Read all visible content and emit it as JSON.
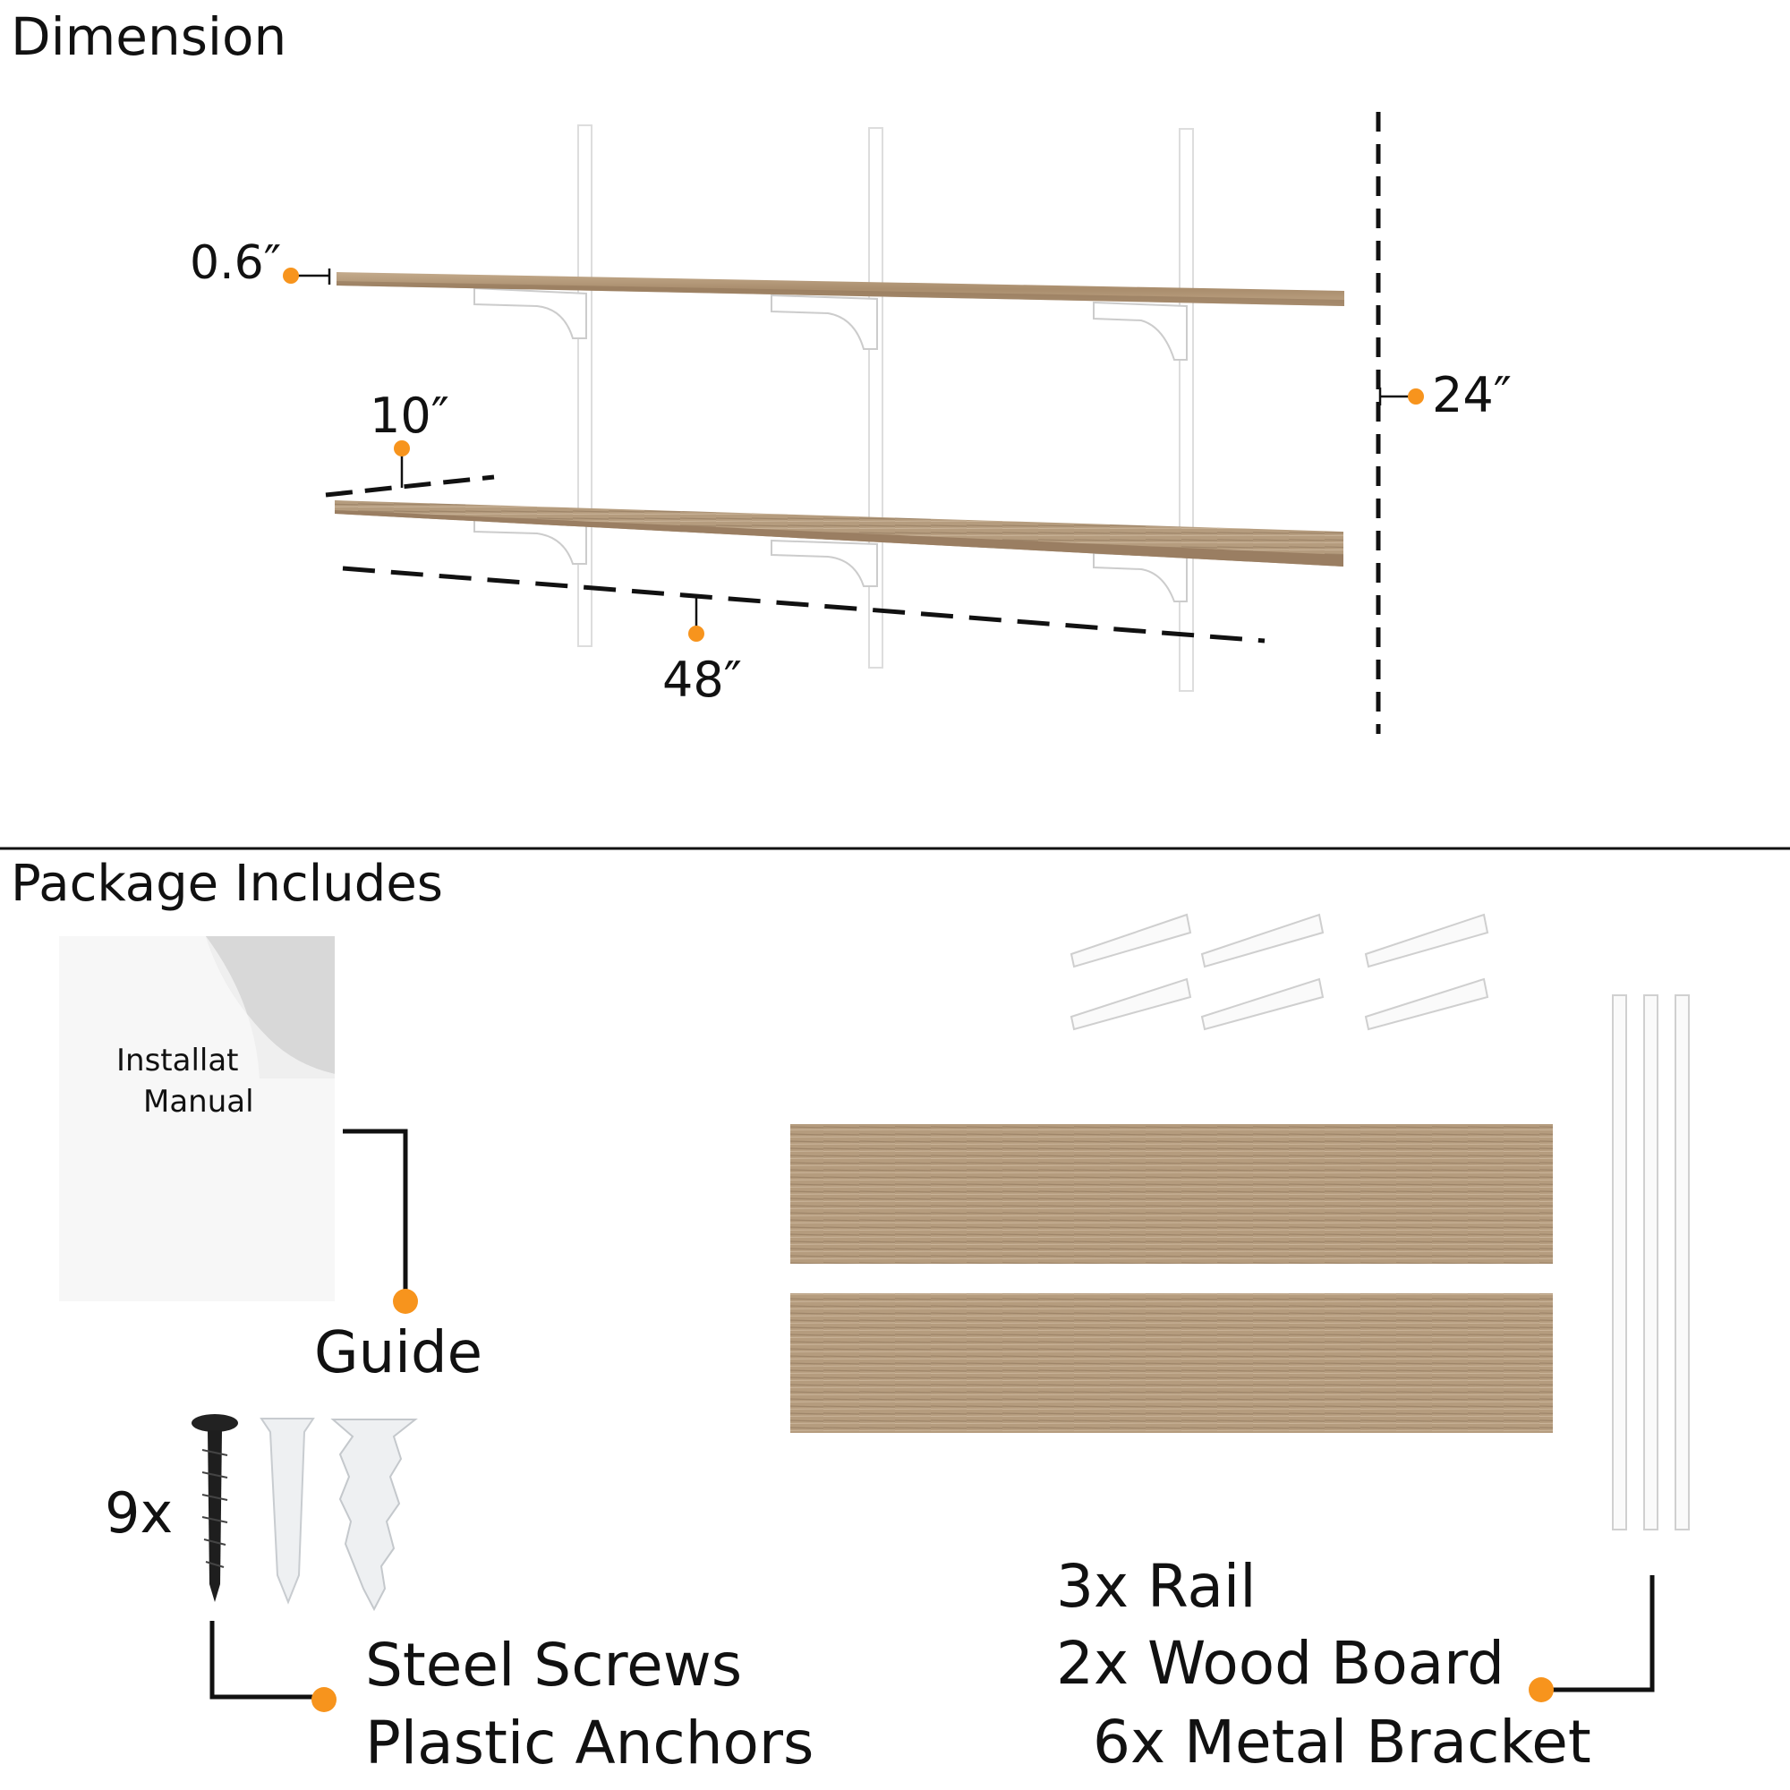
{
  "dimension": {
    "title": "Dimension",
    "thickness": "0.6″",
    "depth": "10″",
    "width": "48″",
    "height": "24″"
  },
  "package": {
    "title": "Package Includes",
    "manual_line1": "Installat",
    "manual_line2": "Manual",
    "guide": "Guide",
    "screw_count": "9x",
    "screws_line1": "Steel Screws",
    "screws_line2": "Plastic Anchors",
    "rail": "3x Rail",
    "board": "2x Wood Board",
    "bracket": "6x Metal Bracket"
  },
  "colors": {
    "accent": "#f7941d",
    "wood": "#b59a7a",
    "line": "#111111"
  }
}
